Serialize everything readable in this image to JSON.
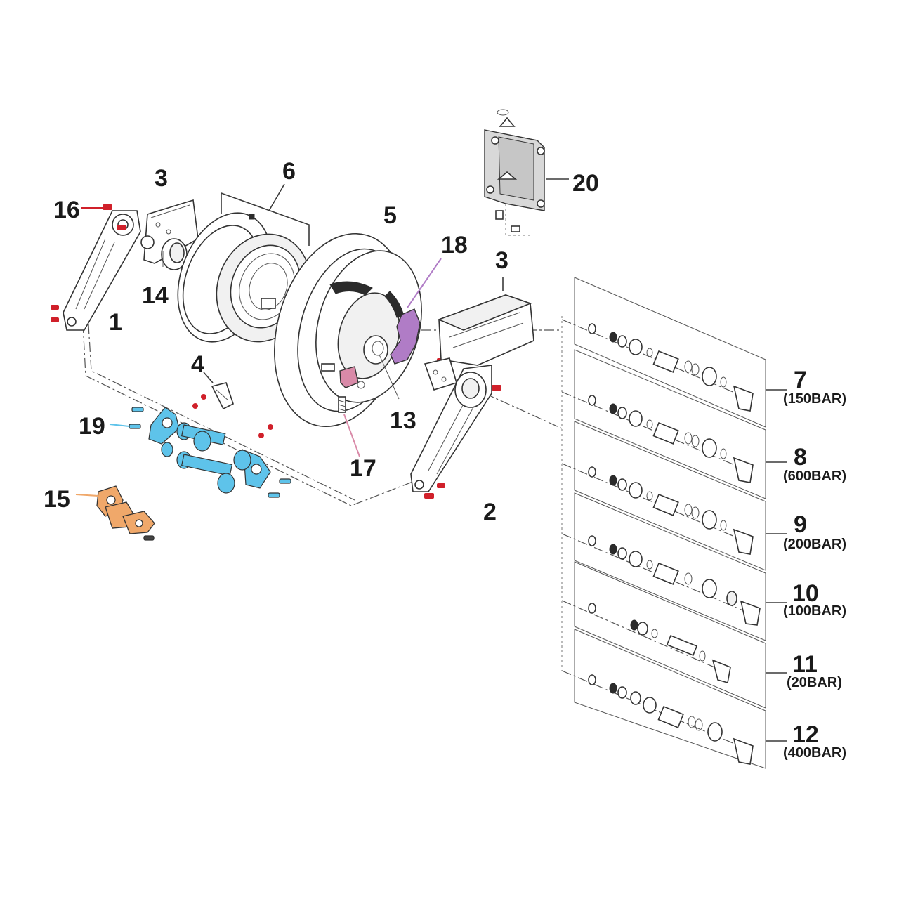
{
  "colors": {
    "screw_red": "#d0202a",
    "bracket_blue": "#5ec3ea",
    "ratchet_purple": "#b07cc6",
    "pawl_pink": "#d98aa8",
    "clamp_orange": "#f0a86a",
    "outline": "#333333"
  },
  "callouts": {
    "p1": "1",
    "p2": "2",
    "p3a": "3",
    "p3b": "3",
    "p4": "4",
    "p5": "5",
    "p6": "6",
    "p13": "13",
    "p14": "14",
    "p15": "15",
    "p16": "16",
    "p17": "17",
    "p18": "18",
    "p19": "19",
    "p20": "20"
  },
  "swivel_kits": [
    {
      "number": "7",
      "rating": "(150BAR)"
    },
    {
      "number": "8",
      "rating": "(600BAR)"
    },
    {
      "number": "9",
      "rating": "(200BAR)"
    },
    {
      "number": "10",
      "rating": "(100BAR)"
    },
    {
      "number": "11",
      "rating": "(20BAR)"
    },
    {
      "number": "12",
      "rating": "(400BAR)"
    }
  ]
}
